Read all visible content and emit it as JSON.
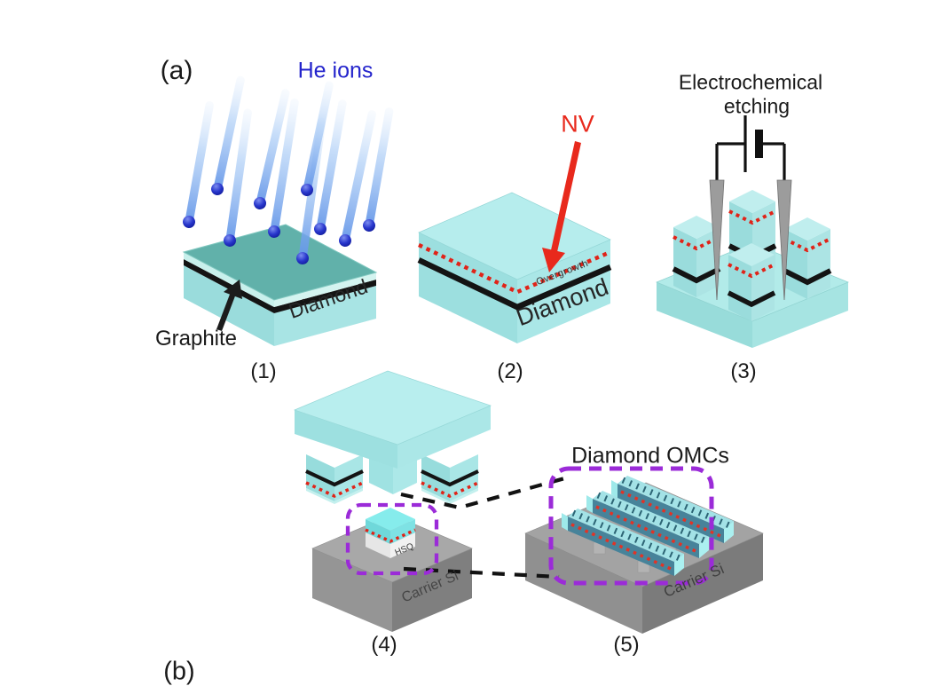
{
  "figure": {
    "panel_a": {
      "label": "(a)"
    },
    "panel_b": {
      "label": "(b)"
    },
    "step1": {
      "caption": "(1)",
      "he_ions": "He ions",
      "graphite": "Graphite",
      "diamond": "Diamond"
    },
    "step2": {
      "caption": "(2)",
      "nv": "NV",
      "overgrowth": "Overgrowth",
      "diamond": "Diamond"
    },
    "step3": {
      "caption": "(3)",
      "title_line1": "Electrochemical",
      "title_line2": "etching"
    },
    "step4": {
      "caption": "(4)",
      "hsq": "HSQ",
      "carrier": "Carrier Si"
    },
    "step5": {
      "caption": "(5)",
      "title": "Diamond OMCs",
      "carrier": "Carrier Si"
    },
    "colors": {
      "diamond_cyan": "#a8e4e4",
      "irradiated_top": "#61b1aa",
      "nv_layer_red": "#e02318",
      "ion_blue": "#2424cc",
      "graphite_black": "#141414",
      "carrier_gray": "#8e8e8e",
      "highlight_purple": "#9b2bd8",
      "electrode_gray": "#9c9c9c"
    }
  }
}
